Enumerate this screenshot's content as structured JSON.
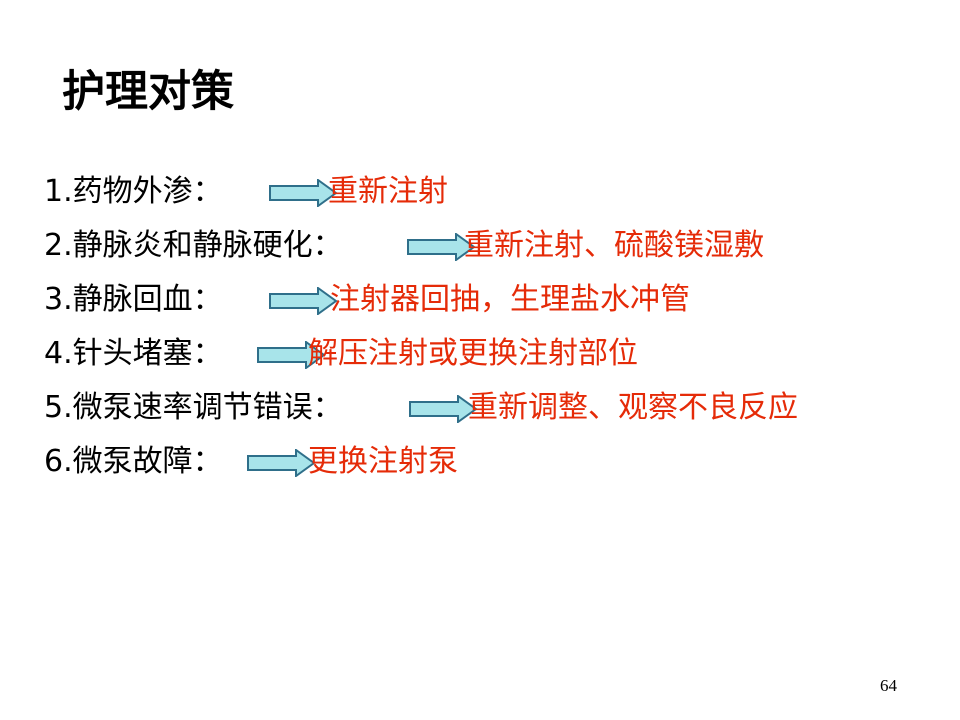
{
  "slide": {
    "title": "护理对策",
    "page_number": "64",
    "colors": {
      "label": "#000000",
      "remedy": "#e52b08",
      "arrow_fill": "#a8e4ea",
      "arrow_stroke": "#2f6f8a"
    },
    "items": [
      {
        "label": "1.药物外渗：",
        "remedy": "重新注射"
      },
      {
        "label": "2.静脉炎和静脉硬化：",
        "remedy": "重新注射、硫酸镁湿敷"
      },
      {
        "label": "3.静脉回血：",
        "remedy": "注射器回抽，生理盐水冲管"
      },
      {
        "label": "4.针头堵塞：",
        "remedy": "解压注射或更换注射部位"
      },
      {
        "label": "5.微泵速率调节错误：",
        "remedy": "重新调整、观察不良反应"
      },
      {
        "label": "6.微泵故障：",
        "remedy": "更换注射泵"
      }
    ]
  }
}
